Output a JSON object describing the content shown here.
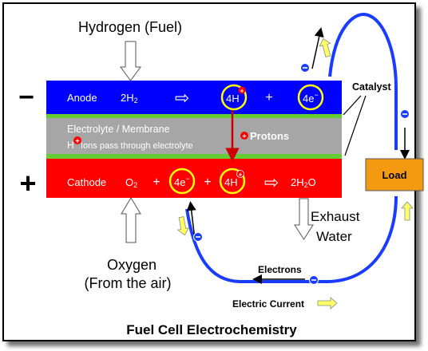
{
  "title": "Fuel Cell Electrochemistry",
  "top_label": "Hydrogen (Fuel)",
  "polarity": {
    "negative": "−",
    "positive": "+"
  },
  "anode": {
    "label": "Anode",
    "reactant": "2H",
    "reactant_sub": "2",
    "arrow": "⇨",
    "protons": "4H",
    "plus": "+",
    "electrons": "4e",
    "electron_sign": "−"
  },
  "catalyst_label": "Catalyst",
  "membrane": {
    "label": "Electrolyte / Membrane",
    "ion_prefix": "H",
    "ion_text": " Ions pass through electrolyte",
    "protons_label": "Protons"
  },
  "cathode": {
    "label": "Cathode",
    "reactant": "O",
    "reactant_sub": "2",
    "plus1": "+",
    "electrons": "4e",
    "electron_sign": "−",
    "plus2": "+",
    "protons": "4H",
    "arrow": "⇨",
    "product": "2H",
    "product_sub": "2",
    "product_tail": "O"
  },
  "load_label": "Load",
  "exhaust": {
    "line1": "Exhaust",
    "line2": "Water"
  },
  "oxygen": {
    "line1": "Oxygen",
    "line2": "(From the air)"
  },
  "electrons_label": "Electrons",
  "current_label": "Electric Current",
  "colors": {
    "anode_blue": "#0000ff",
    "membrane_gray": "#a6a6a6",
    "cathode_red": "#ff0000",
    "catalyst_green": "#66cc33",
    "circle_yellow": "#ffff00",
    "load_orange": "#f49a10",
    "wire_blue": "#1a3cff",
    "current_yellow": "#ffff66"
  }
}
